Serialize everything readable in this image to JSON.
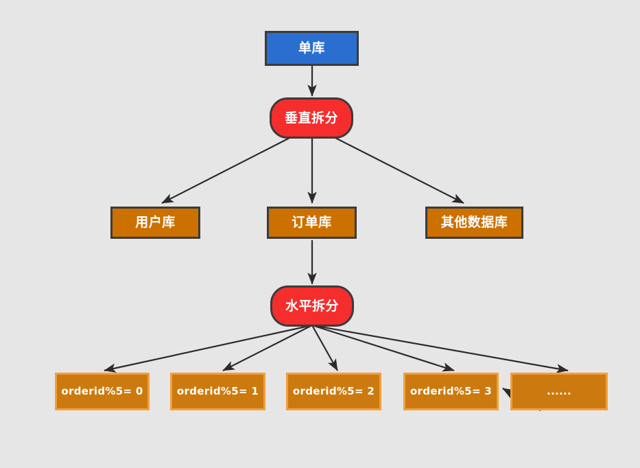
{
  "diagram": {
    "title": "database sharding diagram",
    "background_color": "#e6e6e6",
    "nodes": {
      "root": {
        "label": "单库",
        "fill": "#2a6fcf",
        "stroke": "#3b3b3b",
        "text_color": "#ffffff"
      },
      "vertical_split": {
        "label": "垂直拆分",
        "fill": "#f62d2d",
        "stroke": "#3b3b3b",
        "text_color": "#ffffff"
      },
      "horizontal_split": {
        "label": "水平拆分",
        "fill": "#f62d2d",
        "stroke": "#3b3b3b",
        "text_color": "#ffffff"
      },
      "databases": [
        {
          "label": "用户库",
          "fill": "#cc7000",
          "stroke": "#3b3b3b"
        },
        {
          "label": "订单库",
          "fill": "#cc7000",
          "stroke": "#3b3b3b"
        },
        {
          "label": "其他数据库",
          "fill": "#cc7000",
          "stroke": "#3b3b3b"
        }
      ],
      "shards": [
        {
          "label": "orderid%5= 0",
          "fill": "#cc7a0f",
          "stroke": "#f0a03c"
        },
        {
          "label": "orderid%5= 1",
          "fill": "#cc7a0f",
          "stroke": "#f0a03c"
        },
        {
          "label": "orderid%5= 2",
          "fill": "#cc7a0f",
          "stroke": "#f0a03c"
        },
        {
          "label": "orderid%5= 3",
          "fill": "#cc7a0f",
          "stroke": "#f0a03c"
        },
        {
          "label": "......",
          "fill": "#cc7a0f",
          "stroke": "#f0a03c"
        }
      ]
    },
    "edges": {
      "stroke_color": "#2b2b2b",
      "from_root_to_vertical_split": 1,
      "from_vertical_split_to_databases": 3,
      "from_orderdb_to_horizontal_split": 1,
      "from_horizontal_split_to_shards": 5,
      "extra_pointer": 1
    }
  }
}
